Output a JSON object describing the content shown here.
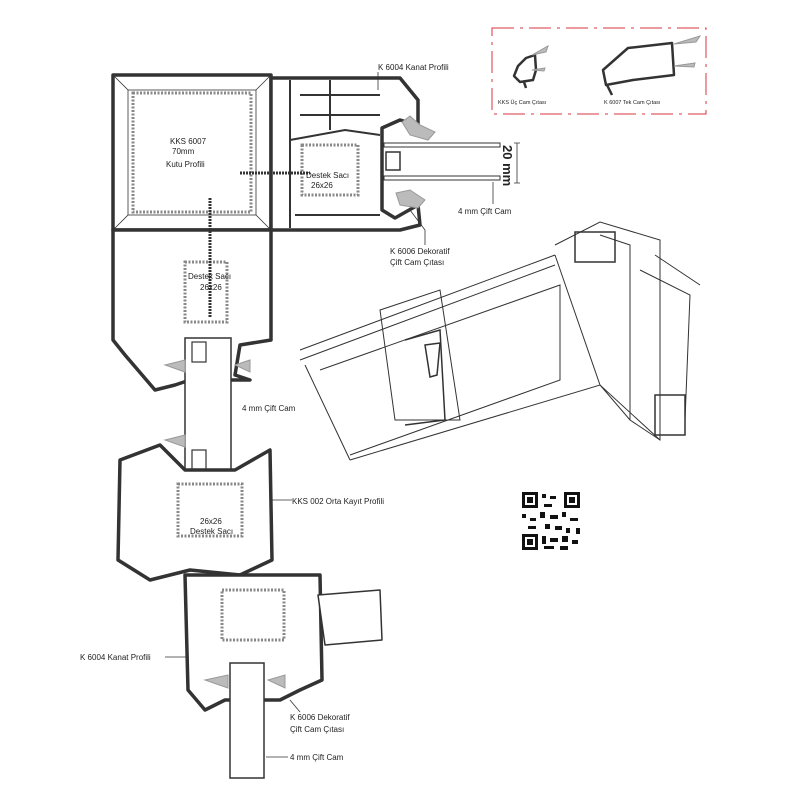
{
  "inset": {
    "items": [
      {
        "label": "KKS Üç Cam Çıtası"
      },
      {
        "label": "K 6007 Tek Cam Çıtası"
      }
    ],
    "border_color": "#d9343b"
  },
  "labels": {
    "top_sash": "K 6004 Kanat Profili",
    "box_profile": [
      "KKS 6007",
      "70mm",
      "Kutu Profili"
    ],
    "support_top": [
      "Destek Sacı",
      "26x26"
    ],
    "glass_thickness": "20 mm",
    "glass_top": "4 mm Çift Cam",
    "bead_top": [
      "K 6006 Dekoratif",
      "Çift Cam Çıtası"
    ],
    "support_left": [
      "Destek Sacı",
      "26x26"
    ],
    "glass_mid": "4 mm Çift Cam",
    "mullion": "KKS 002 Orta Kayıt Profili",
    "support_mid": [
      "26x26",
      "Destek Sacı"
    ],
    "bottom_sash": "K 6004 Kanat Profili",
    "bead_bottom": [
      "K 6006 Dekoratif",
      "Çift Cam Çıtası"
    ],
    "glass_bottom": "4 mm Çift Cam"
  }
}
